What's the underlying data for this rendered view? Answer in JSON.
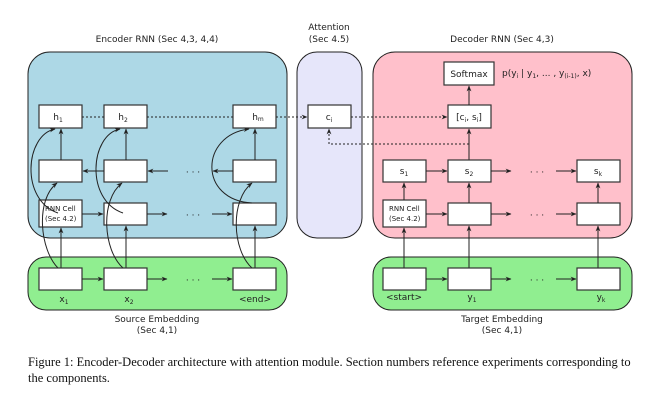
{
  "colors": {
    "encoder_panel": "#add8e6",
    "attention_panel": "#e6e6fa",
    "decoder_panel": "#ffc0cb",
    "embedding_panel": "#90ee90",
    "box_fill": "#ffffff",
    "stroke": "#222222"
  },
  "panels": {
    "encoder": {
      "title": "Encoder RNN (Sec 4,3, 4,4)"
    },
    "attention": {
      "title_line1": "Attention",
      "title_line2": "(Sec 4.5)"
    },
    "decoder": {
      "title": "Decoder RNN (Sec 4,3)"
    },
    "source_embedding": {
      "title_line1": "Source Embedding",
      "title_line2": "(Sec 4,1)"
    },
    "target_embedding": {
      "title_line1": "Target Embedding",
      "title_line2": "(Sec 4,1)"
    }
  },
  "encoder": {
    "hidden": [
      {
        "base": "h",
        "sub": "1"
      },
      {
        "base": "h",
        "sub": "2"
      },
      {
        "base": "h",
        "sub": "m"
      }
    ],
    "rnn_cell_line1": "RNN Cell",
    "rnn_cell_line2": "(Sec 4.2)",
    "ellipsis": "· · ·"
  },
  "source_tokens": [
    {
      "base": "x",
      "sub": "1"
    },
    {
      "base": "x",
      "sub": "2"
    },
    {
      "base": "<end>",
      "sub": ""
    }
  ],
  "attention": {
    "context": {
      "base": "c",
      "sub": "i"
    }
  },
  "decoder": {
    "softmax": "Softmax",
    "concat": {
      "open": "[c",
      "sub1": "i",
      "mid": ", s",
      "sub2": "i",
      "close": "]"
    },
    "output_prob": {
      "p": "p(y",
      "s1": "i",
      "t1": " | y",
      "s2": "1",
      "t2": ", ... , y",
      "s3": "(i-1)",
      "t3": ", x)"
    },
    "states": [
      {
        "base": "s",
        "sub": "1"
      },
      {
        "base": "s",
        "sub": "2"
      },
      {
        "base": "s",
        "sub": "k"
      }
    ],
    "rnn_cell_line1": "RNN Cell",
    "rnn_cell_line2": "(Sec 4.2)",
    "ellipsis": "· · ·"
  },
  "target_tokens": [
    {
      "base": "<start>",
      "sub": ""
    },
    {
      "base": "y",
      "sub": "1"
    },
    {
      "base": "y",
      "sub": "k"
    }
  ],
  "caption": "Figure 1: Encoder-Decoder architecture with attention module. Section numbers reference experiments corresponding to the components."
}
